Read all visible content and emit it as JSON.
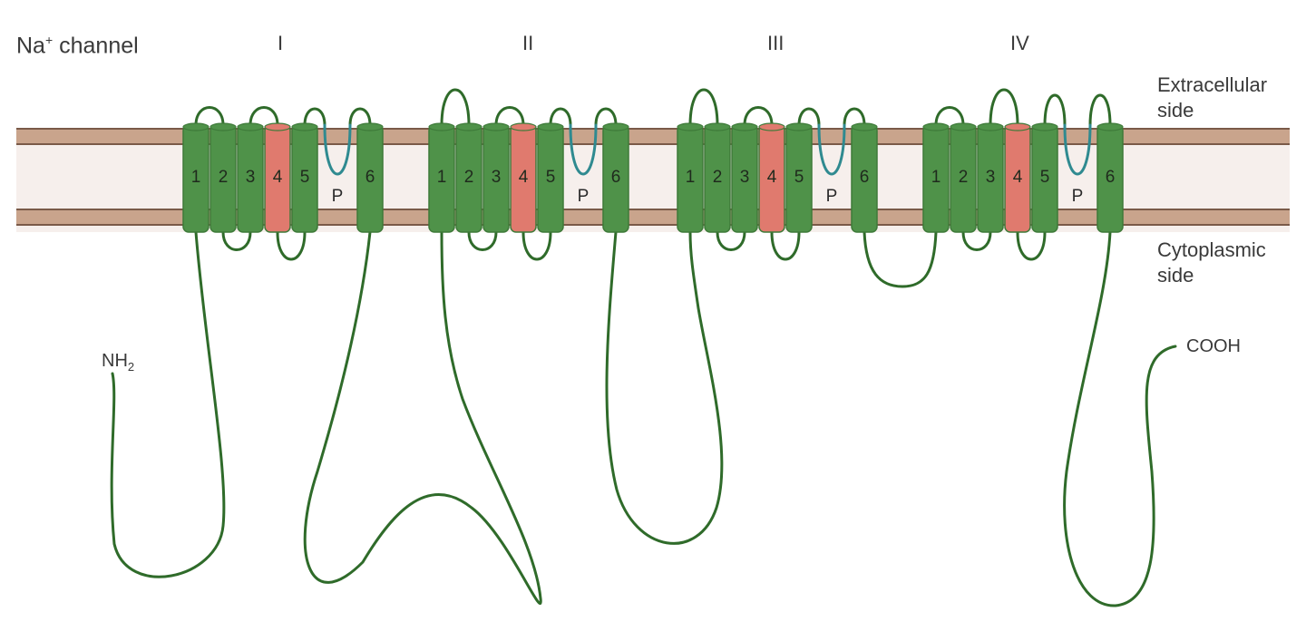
{
  "title": {
    "main": "Na",
    "sup": "+",
    "rest": " channel"
  },
  "domains": [
    "I",
    "II",
    "III",
    "IV"
  ],
  "segment_labels": [
    "1",
    "2",
    "3",
    "4",
    "5",
    "P",
    "6"
  ],
  "voltage_sensor_segment": "4",
  "sides": {
    "extracellular": [
      "Extracellular",
      "side"
    ],
    "cytoplasmic": [
      "Cytoplasmic",
      "side"
    ]
  },
  "termini": {
    "n": {
      "main": "NH",
      "sub": "2"
    },
    "c": "COOH"
  },
  "colors": {
    "helix": "#4f9249",
    "helix_dark": "#3e7a39",
    "voltage_sensor": "#e07a6e",
    "loop": "#2f6b2a",
    "pore_loop": "#2f8a90",
    "membrane_band": "#c9a48c",
    "membrane_line": "#7a5a48",
    "membrane_core": "#f6efec"
  }
}
